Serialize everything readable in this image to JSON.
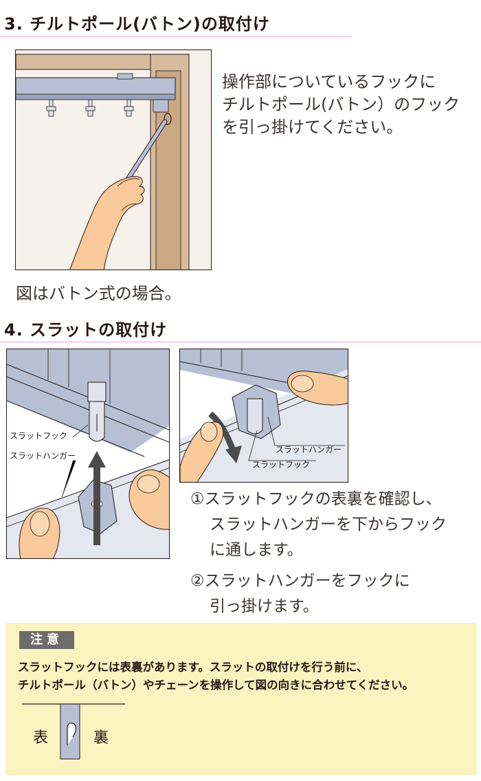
{
  "section3": {
    "heading": "3. チルトポール(バトン)の取付け",
    "instruction": [
      "操作部についているフックに",
      "チルトポール(バトン）のフック",
      "を引っ掛けてください。"
    ],
    "caption": "図はバトン式の場合。"
  },
  "section4": {
    "heading": "4. スラットの取付け",
    "fig1_labels": {
      "hook": "スラットフック",
      "hanger": "スラットハンガー"
    },
    "fig2_labels": {
      "hanger": "スラットハンガー",
      "hook": "スラットフック"
    },
    "steps": [
      "①スラットフックの表裏を確認し、",
      "スラットハンガーを下からフック",
      "に通します。",
      "②スラットハンガーをフックに",
      "引っ掛けます。"
    ]
  },
  "note": {
    "tag": "注意",
    "lines": [
      "スラットフックには表裏があります。スラットの取付けを行う前に、",
      "チルトポール（バトン）やチェーンを操作して図の向きに合わせてください。"
    ],
    "front": "表",
    "back": "裏"
  },
  "colors": {
    "rule": "#e7a9cc",
    "rail": "#b7bfd4",
    "wood": "#d7bb9d",
    "skin": "#f8c99a",
    "note_bg": "#fbf3c0",
    "note_tag": "#6e6b6a"
  }
}
